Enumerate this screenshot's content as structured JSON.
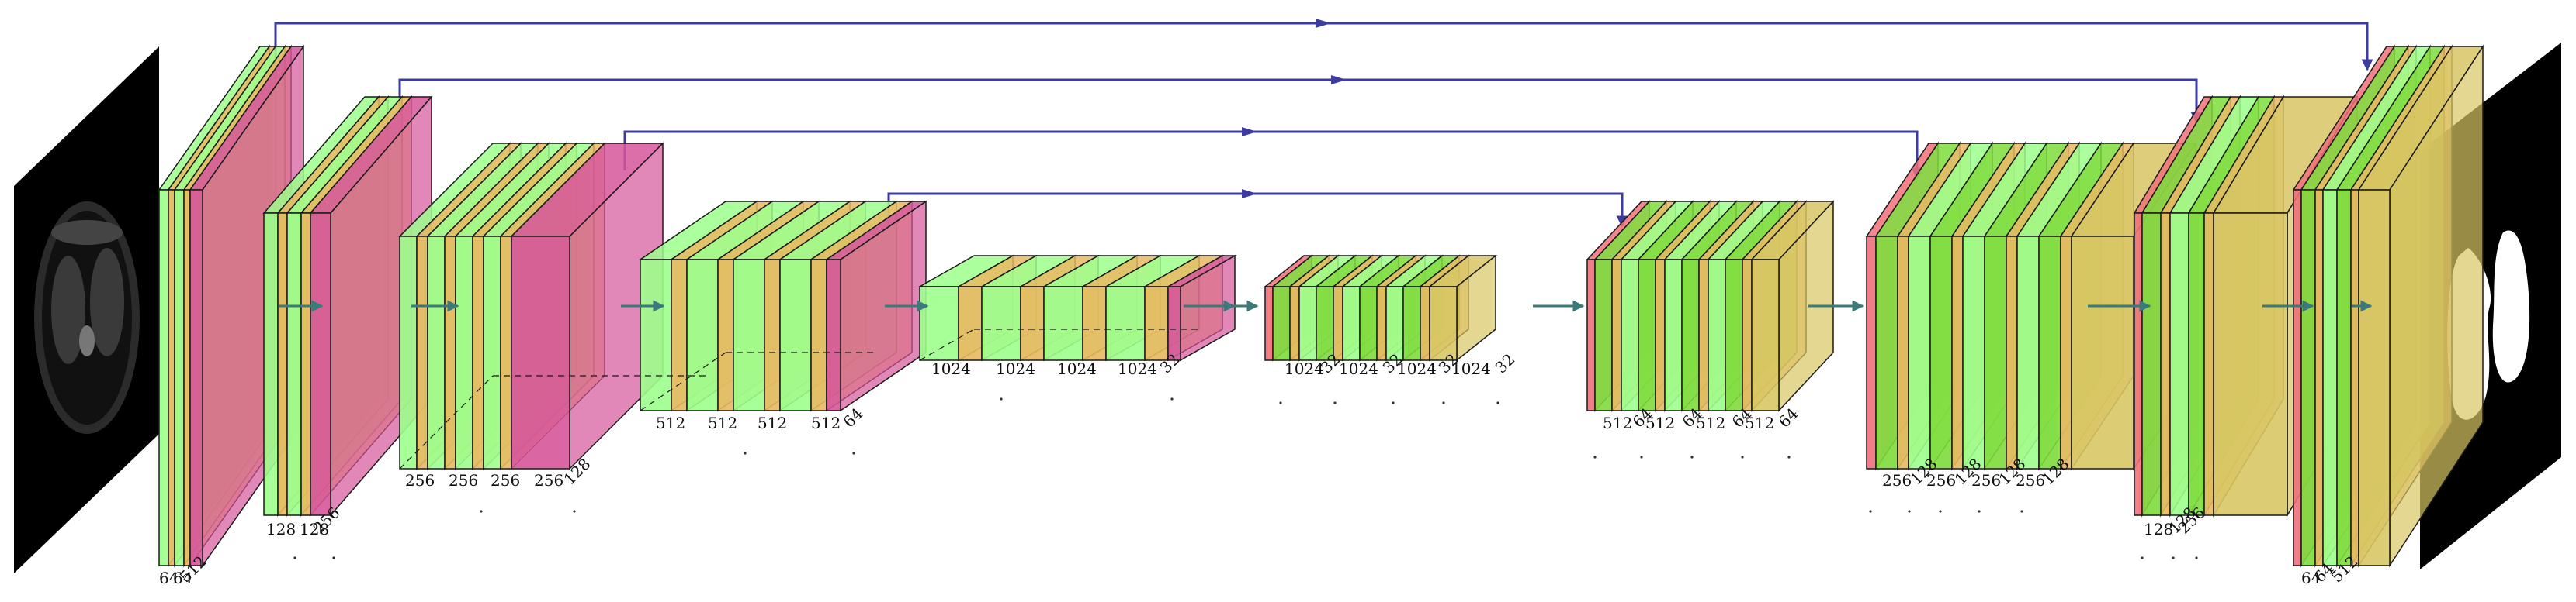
{
  "colors": {
    "conv": "#9cff8c",
    "bn": "#e8b860",
    "pool": "#d6559a",
    "deconv": "#d8c664",
    "green_dark": "#7edc3c",
    "red": "#f0707a",
    "skip": "#3c3ca0",
    "flow": "#3a7a7a",
    "edge": "#1a1a1a"
  },
  "input_image": {
    "name": "ct-scan-slice",
    "description_icon": "lung-ct-icon"
  },
  "output_image": {
    "name": "lung-segmentation-mask",
    "description_icon": "lung-mask-icon"
  },
  "encoder": [
    {
      "id": "enc1",
      "labels": [
        "64",
        "64",
        "512"
      ]
    },
    {
      "id": "enc2",
      "labels": [
        "128",
        "128",
        "256"
      ]
    },
    {
      "id": "enc3",
      "labels": [
        "256",
        "256",
        "256",
        "256",
        "128"
      ]
    },
    {
      "id": "enc4",
      "labels": [
        "512",
        "512",
        "512",
        "512",
        "64"
      ]
    },
    {
      "id": "enc5",
      "labels": [
        "1024",
        "1024",
        "1024",
        "1024",
        "32"
      ]
    }
  ],
  "decoder": [
    {
      "id": "dec5",
      "labels": [
        "1024",
        "32",
        "1024",
        "32",
        "1024",
        "32",
        "1024",
        "32"
      ]
    },
    {
      "id": "dec4",
      "labels": [
        "512",
        "64",
        "512",
        "64",
        "512",
        "64",
        "512",
        "64"
      ]
    },
    {
      "id": "dec3",
      "labels": [
        "256",
        "128",
        "256",
        "128",
        "256",
        "128",
        "256",
        "128"
      ]
    },
    {
      "id": "dec2",
      "labels": [
        "128",
        "128",
        "256"
      ]
    },
    {
      "id": "dec1",
      "labels": [
        "64",
        "64",
        "512"
      ]
    }
  ]
}
